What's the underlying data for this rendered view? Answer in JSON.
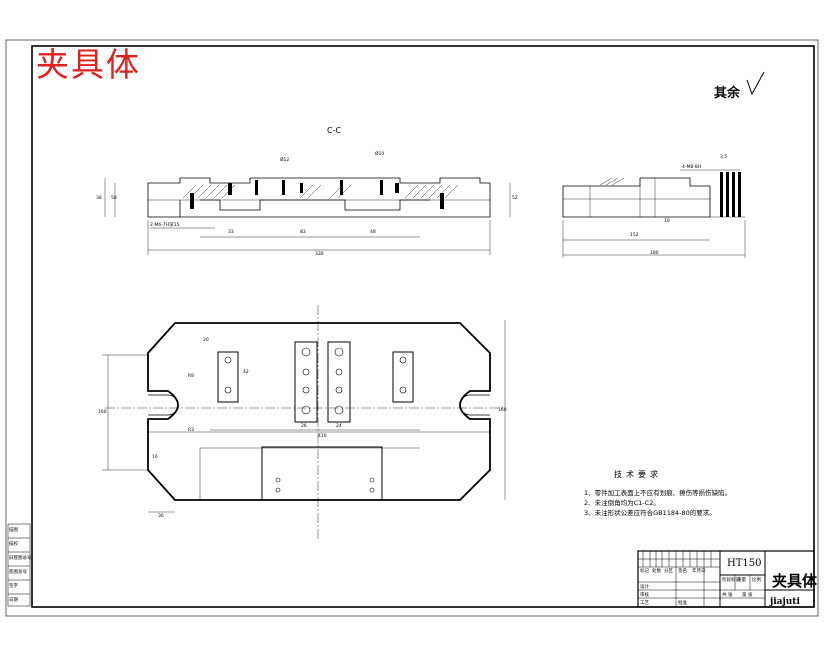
{
  "watermark_title": "夹具体",
  "surface_finish_note": "其余",
  "section_label": "C-C",
  "technical_requirements": {
    "title": "技术要求",
    "items": [
      "1、零件加工表面上不应有划痕、擦伤等损伤缺陷。",
      "2、未注倒角均为C1-C2。",
      "3、未注形状公差应符合GB1184-80的要求。"
    ]
  },
  "title_block": {
    "material": "HT150",
    "part_name": "夹具体",
    "drawing_number": "jiajuti",
    "small_labels": [
      "设计",
      "审核",
      "工艺",
      "批准",
      "标记",
      "处数",
      "分区",
      "签名",
      "年月日",
      "阶段标记",
      "重量",
      "比例",
      "共 张",
      "第 张"
    ]
  },
  "dimension_labels": {
    "section_view": [
      "330",
      "33",
      "83",
      "48",
      "38",
      "58",
      "52",
      "2-M6-7H深15",
      "Ø12",
      "Ø10"
    ],
    "side_view": [
      "152",
      "180",
      "10",
      "4-M8-8H",
      "3.5"
    ],
    "plan_view": [
      "160",
      "410",
      "160",
      "16",
      "36",
      "20",
      "26",
      "42",
      "24",
      "R8",
      "R3"
    ]
  },
  "left_stamp_labels": [
    "描图",
    "描校",
    "旧底图总号",
    "底图总号",
    "签字",
    "日期"
  ]
}
